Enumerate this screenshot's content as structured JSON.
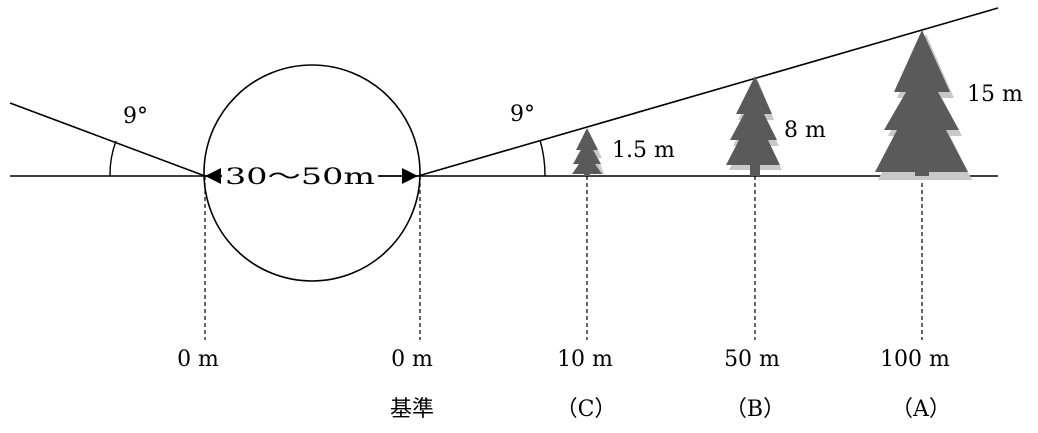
{
  "diagram": {
    "left_angle": "9°",
    "right_angle": "9°",
    "span": "30〜50m",
    "trees": [
      {
        "id": "C",
        "height": "1.5 m",
        "distance": "10 m",
        "label": "（C）"
      },
      {
        "id": "B",
        "height": "8 m",
        "distance": "50 m",
        "label": "（B）"
      },
      {
        "id": "A",
        "height": "15 m",
        "distance": "100 m",
        "label": "（A）"
      }
    ],
    "left_distance": "0 m",
    "ref_distance": "0 m",
    "ref_label": "基準"
  }
}
